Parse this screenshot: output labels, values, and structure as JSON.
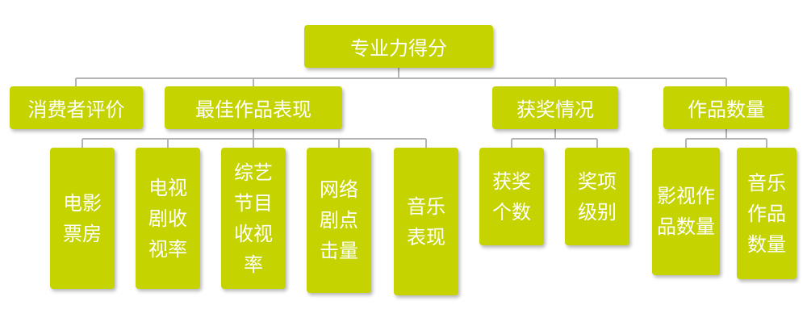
{
  "root": {
    "label": "专业力得分"
  },
  "level1": {
    "consumer": "消费者评价",
    "best_work": "最佳作品表现",
    "awards": "获奖情况",
    "works_count": "作品数量"
  },
  "level2": {
    "film_box_office": "电影票房",
    "tv_ratings": "电视剧收视率",
    "variety_ratings": "综艺节目收视率",
    "web_views": "网络剧点击量",
    "music": "音乐表现",
    "award_count": "获奖个数",
    "award_level": "奖项级别",
    "film_tv_count": "影视作品数量",
    "music_count": "音乐作品数量"
  },
  "colors": {
    "box": "#c5d400",
    "text": "#ffffff",
    "connector": "#b4b4b4"
  }
}
